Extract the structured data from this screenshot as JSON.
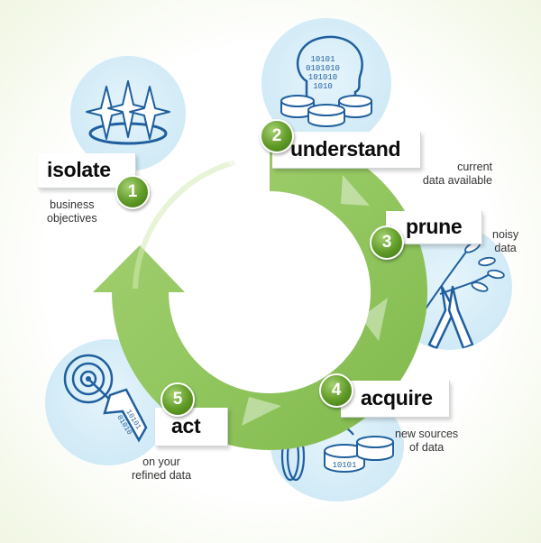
{
  "colors": {
    "arrow_light": "#b7da8b",
    "arrow_mid": "#93c760",
    "arrow_dark": "#6fa83a",
    "badge_green": "#5f9a26",
    "bubble_blue": "#cbe7f5",
    "icon_blue": "#1f5f9e"
  },
  "steps": [
    {
      "number": "1",
      "title": "isolate",
      "caption": [
        "business",
        "objectives"
      ],
      "icon": "stars-on-ring-icon"
    },
    {
      "number": "2",
      "title": "understand",
      "caption": [
        "current",
        "data available"
      ],
      "icon": "head-with-binary-icon",
      "binary": [
        "10101",
        "0101010",
        "101010",
        "1010"
      ]
    },
    {
      "number": "3",
      "title": "prune",
      "caption": [
        "noisy",
        "data"
      ],
      "icon": "pruning-shears-icon"
    },
    {
      "number": "4",
      "title": "acquire",
      "caption": [
        "new sources",
        "of data"
      ],
      "icon": "cable-and-disks-icon",
      "binary": "10101"
    },
    {
      "number": "5",
      "title": "act",
      "caption": [
        "on your",
        "refined data"
      ],
      "icon": "target-arrow-icon",
      "binary": [
        "10101",
        "01010"
      ]
    }
  ]
}
